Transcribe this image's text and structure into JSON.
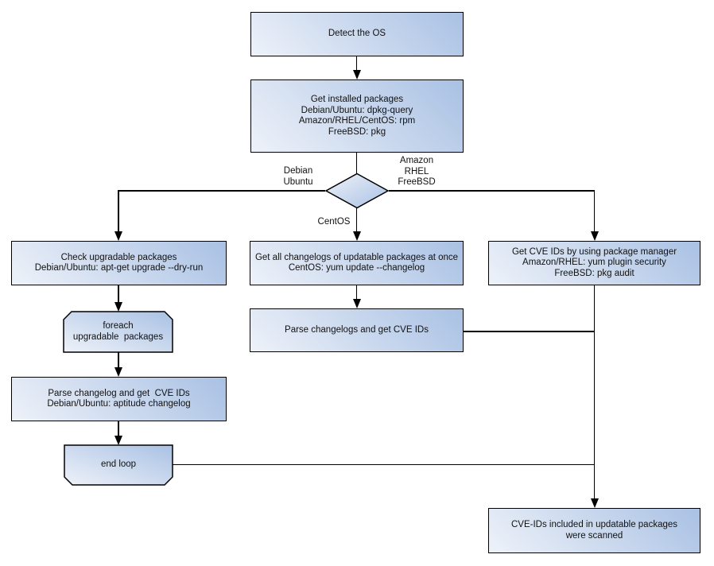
{
  "diagram": {
    "type": "flowchart",
    "colors": {
      "node_fill_light": "#eef2f9",
      "node_fill_dark": "#a9c1e4",
      "node_border": "#000000",
      "edge_color": "#000000",
      "background": "#ffffff"
    },
    "nodes": {
      "detect_os": {
        "shape": "rect",
        "text": "Detect the OS"
      },
      "get_installed_packages": {
        "shape": "rect",
        "text": "Get installed packages\nDebian/Ubuntu: dpkg-query\nAmazon/RHEL/CentOS: rpm\nFreeBSD: pkg"
      },
      "os_decision": {
        "shape": "diamond",
        "text": ""
      },
      "check_upgradable_packages": {
        "shape": "rect",
        "text": "Check upgradable packages\nDebian/Ubuntu: apt-get upgrade --dry-run"
      },
      "foreach_loop": {
        "shape": "loop-start",
        "text": "foreach\nupgradable  packages"
      },
      "parse_changelog": {
        "shape": "rect",
        "text": "Parse changelog and get  CVE IDs\nDebian/Ubuntu: aptitude changelog"
      },
      "end_loop": {
        "shape": "loop-end",
        "text": "end loop"
      },
      "get_all_changelogs": {
        "shape": "rect",
        "text": "Get all changelogs of updatable packages at once\nCentOS: yum update --changelog"
      },
      "parse_changelogs": {
        "shape": "rect",
        "text": "Parse changelogs and get CVE IDs"
      },
      "get_cve_ids_package_manager": {
        "shape": "rect",
        "text": "Get CVE IDs by using package manager\nAmazon/RHEL: yum plugin security\nFreeBSD: pkg audit"
      },
      "scan_result": {
        "shape": "rect",
        "text": "CVE-IDs included in updatable packages\nwere scanned"
      }
    },
    "edge_labels": {
      "debian_ubuntu": "Debian\nUbuntu",
      "amazon_rhel_freebsd": "Amazon\nRHEL\nFreeBSD",
      "centos": "CentOS"
    }
  }
}
